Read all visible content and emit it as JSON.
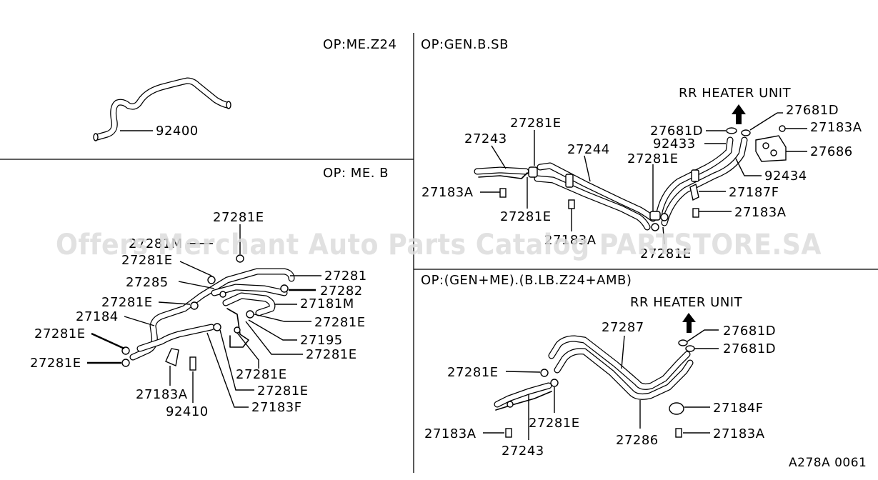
{
  "sections": {
    "top_left": {
      "title": "OP:ME.Z24"
    },
    "top_right": {
      "title": "OP:GEN.B.SB",
      "destination": "RR HEATER UNIT"
    },
    "mid_left": {
      "title": "OP: ME. B"
    },
    "bottom_right": {
      "title": "OP:(GEN+ME).(B.LB.Z24+AMB)",
      "destination": "RR HEATER UNIT"
    }
  },
  "callouts": {
    "tl": [
      "92400"
    ],
    "tr": [
      "27281E",
      "27243",
      "27244",
      "27183A",
      "27281E",
      "27183A",
      "27281E",
      "27281E",
      "27681D",
      "92433",
      "27681D",
      "27183A",
      "27686",
      "92434",
      "27187F",
      "27183A"
    ],
    "ml": [
      "27281E",
      "27281M",
      "27281E",
      "27285",
      "27281E",
      "27184",
      "27281E",
      "27281E",
      "27281",
      "27282",
      "27181M",
      "27281E",
      "27195",
      "27281E",
      "27281E",
      "27281E",
      "27183F",
      "27183A",
      "92410"
    ],
    "br": [
      "27287",
      "27681D",
      "27681D",
      "27281E",
      "27281E",
      "27184F",
      "27183A",
      "27243",
      "27286",
      "27183A"
    ]
  },
  "diagram_code": "A278A 0061",
  "watermark": "Offers Merchant Auto Parts Catalog PARTSTORE.SA"
}
